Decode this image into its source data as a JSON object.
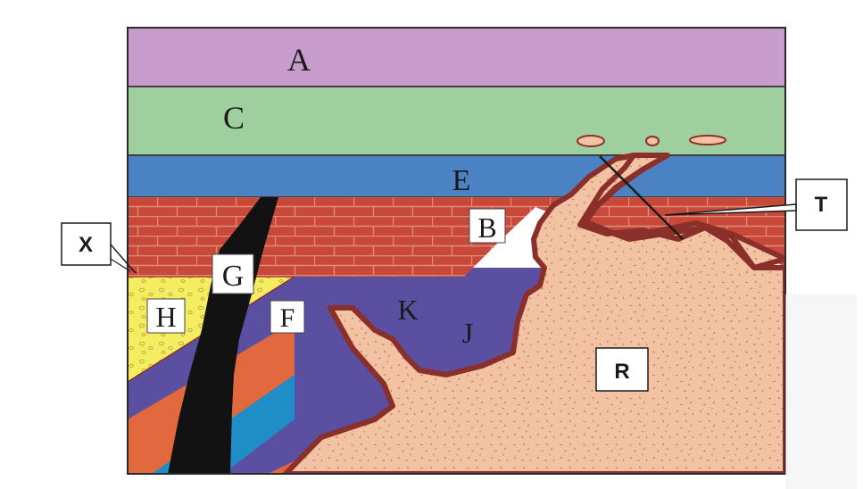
{
  "labels": {
    "A": "A",
    "C": "C",
    "E": "E",
    "B": "B",
    "G": "G",
    "H": "H",
    "F": "F",
    "K": "K",
    "J": "J",
    "R": "R",
    "X": "X",
    "T": "T"
  },
  "colors": {
    "layer_A": "#c79bcc",
    "layer_C": "#9fcf9e",
    "layer_E": "#4b82c4",
    "layer_B": "#c8493a",
    "layer_H": "#f4ec61",
    "layer_F_purple": "#5a4fa0",
    "layer_K_orange": "#e2683d",
    "layer_J_blue": "#1f8ec6",
    "dike_G": "#121212",
    "intrusion_R": "#f3c2a3",
    "contact_border": "#8a2f2a"
  }
}
